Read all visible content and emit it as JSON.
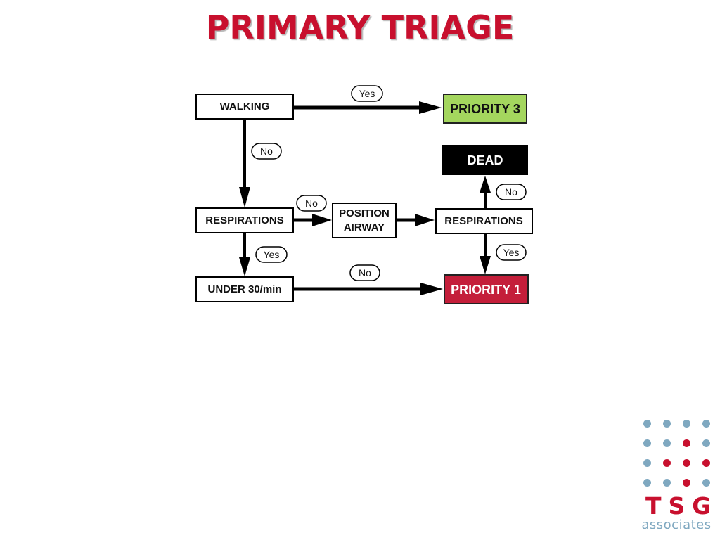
{
  "title": "PRIMARY TRIAGE",
  "nodes": {
    "walking": "WALKING",
    "priority3": "PRIORITY 3",
    "dead": "DEAD",
    "respirations_left": "RESPIRATIONS",
    "position_airway_line1": "POSITION",
    "position_airway_line2": "AIRWAY",
    "respirations_right": "RESPIRATIONS",
    "under30": "UNDER 30/min",
    "priority1": "PRIORITY 1"
  },
  "edges": {
    "walking_to_priority3": "Yes",
    "walking_to_respirations": "No",
    "respirations_to_position": "No",
    "respirations_right_to_dead": "No",
    "respirations_right_to_priority1": "Yes",
    "respirations_to_under30": "Yes",
    "under30_to_priority1": "No"
  },
  "colors": {
    "title": "#c8102e",
    "priority3": "#a4d65e",
    "priority1": "#c41e3a",
    "dead": "#000000",
    "logo_red": "#c8102e",
    "logo_blue": "#7fa8c0"
  },
  "logo": {
    "letters": "TSG",
    "subtitle": "associates",
    "dot_colors": [
      [
        "blue",
        "blue",
        "blue",
        "blue"
      ],
      [
        "blue",
        "blue",
        "red",
        "blue"
      ],
      [
        "blue",
        "red",
        "red",
        "red"
      ],
      [
        "blue",
        "blue",
        "red",
        "blue"
      ]
    ]
  }
}
